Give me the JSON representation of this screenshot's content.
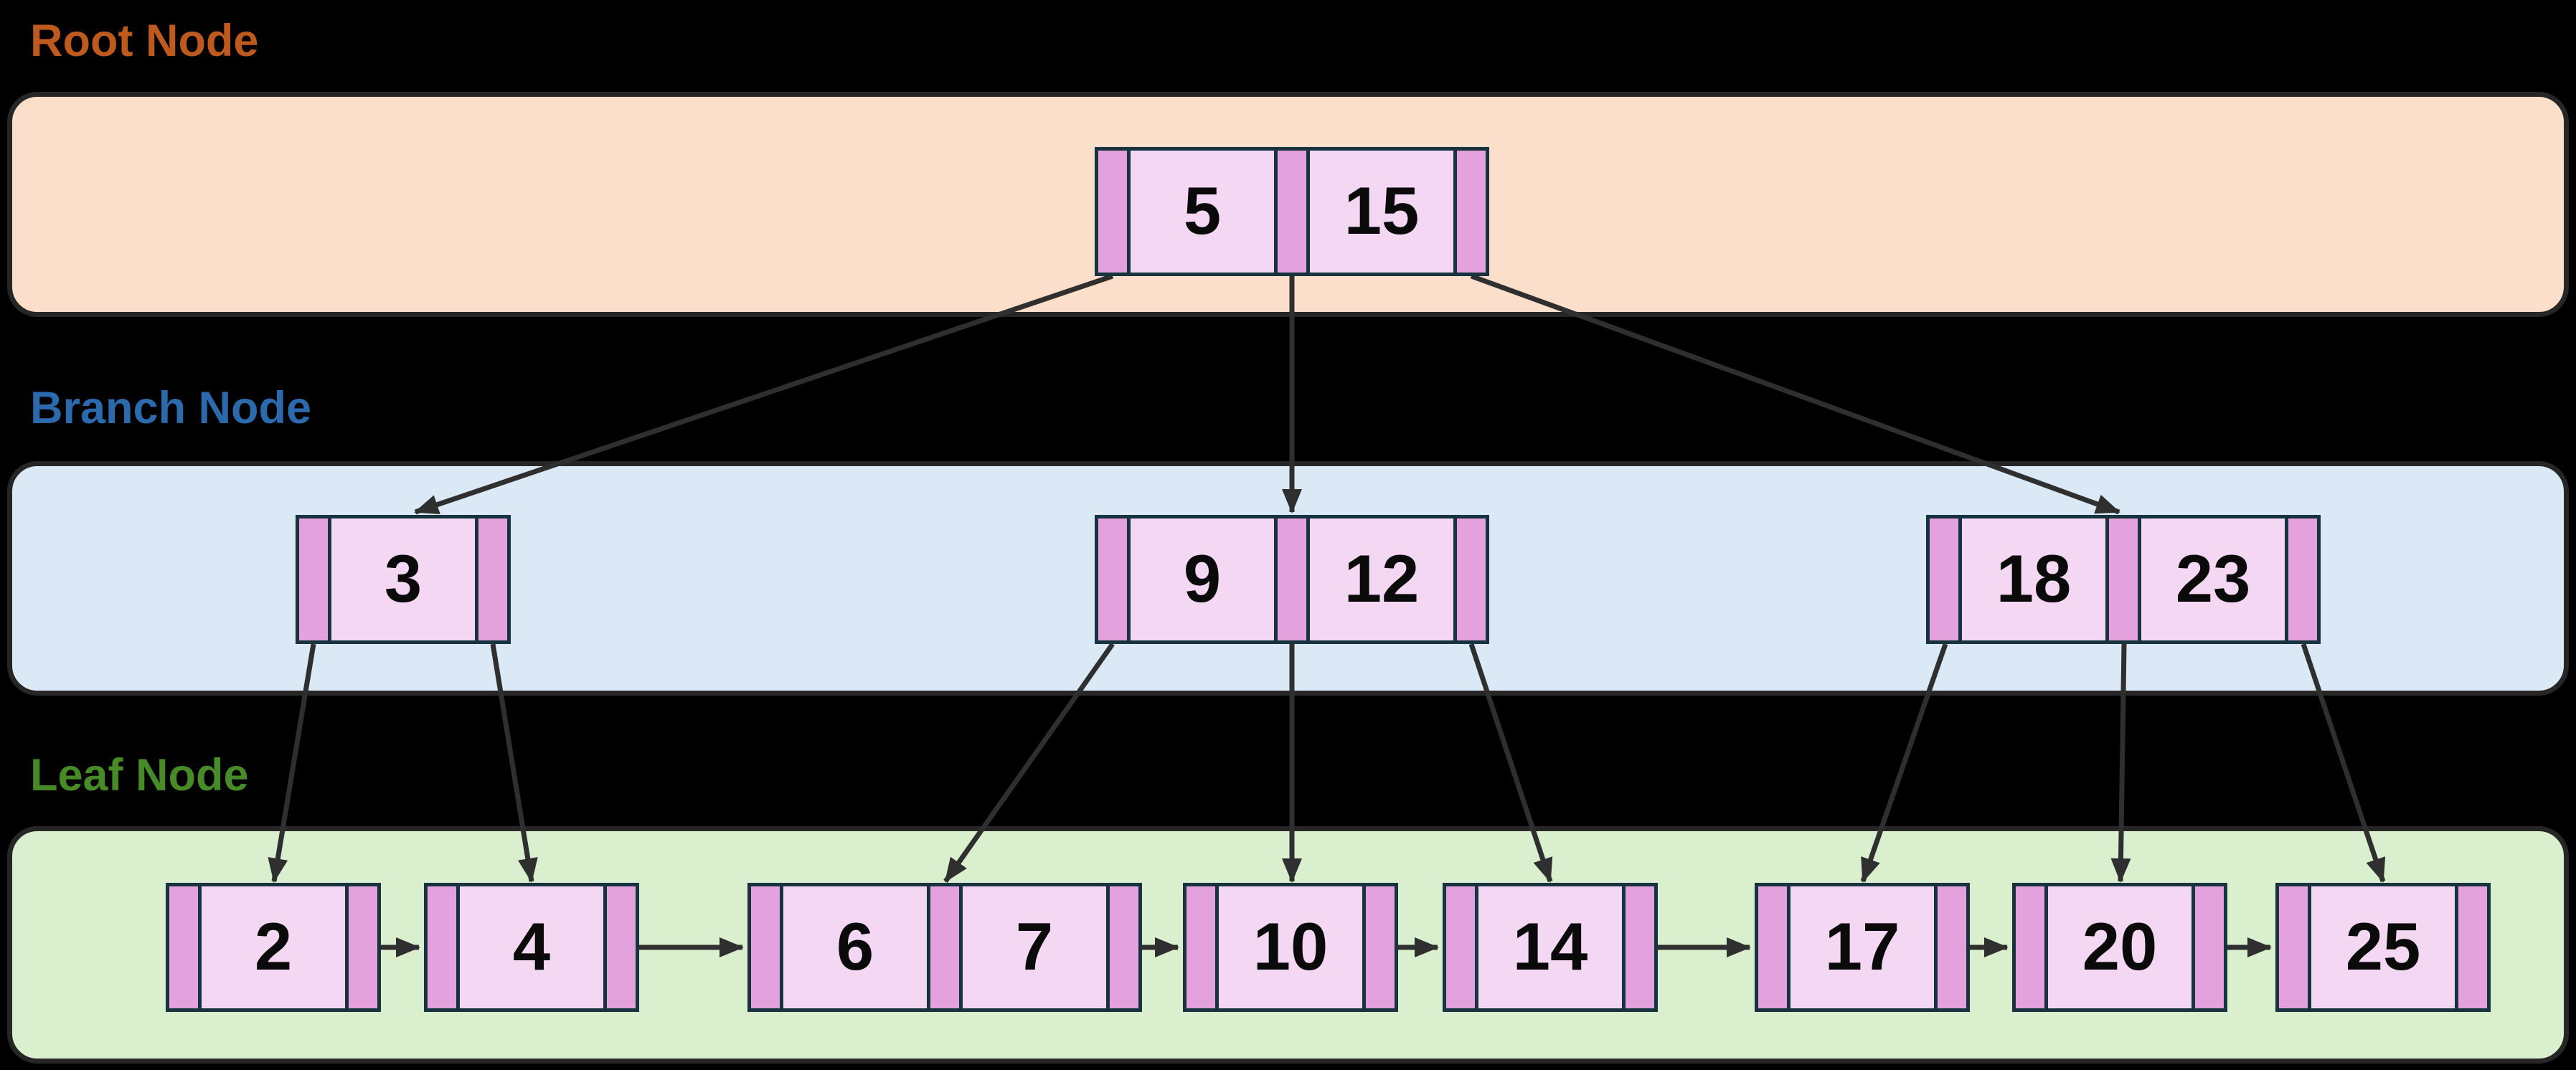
{
  "labels": {
    "root": "Root Node",
    "branch": "Branch Node",
    "leaf": "Leaf Node"
  },
  "colors": {
    "background": "#000000",
    "root_band": "#fcdfca",
    "branch_band": "#dbe9f6",
    "leaf_band": "#d9efce",
    "pointer_cell": "#e3a2de",
    "key_cell": "#f4d7f2",
    "node_border": "#16333f",
    "root_label_text": "#bf5a1e",
    "branch_label_text": "#2b6aad",
    "leaf_label_text": "#478a28",
    "arrow": "#2f2f2f"
  },
  "nodes": {
    "root": {
      "level": "root",
      "keys": [
        "5",
        "15"
      ]
    },
    "branch1": {
      "level": "branch",
      "keys": [
        "3"
      ]
    },
    "branch2": {
      "level": "branch",
      "keys": [
        "9",
        "12"
      ]
    },
    "branch3": {
      "level": "branch",
      "keys": [
        "18",
        "23"
      ]
    },
    "leaf1": {
      "level": "leaf",
      "keys": [
        "2"
      ]
    },
    "leaf2": {
      "level": "leaf",
      "keys": [
        "4"
      ]
    },
    "leaf3": {
      "level": "leaf",
      "keys": [
        "6",
        "7"
      ]
    },
    "leaf4": {
      "level": "leaf",
      "keys": [
        "10"
      ]
    },
    "leaf5": {
      "level": "leaf",
      "keys": [
        "14"
      ]
    },
    "leaf6": {
      "level": "leaf",
      "keys": [
        "17"
      ]
    },
    "leaf7": {
      "level": "leaf",
      "keys": [
        "20"
      ]
    },
    "leaf8": {
      "level": "leaf",
      "keys": [
        "25"
      ]
    }
  }
}
